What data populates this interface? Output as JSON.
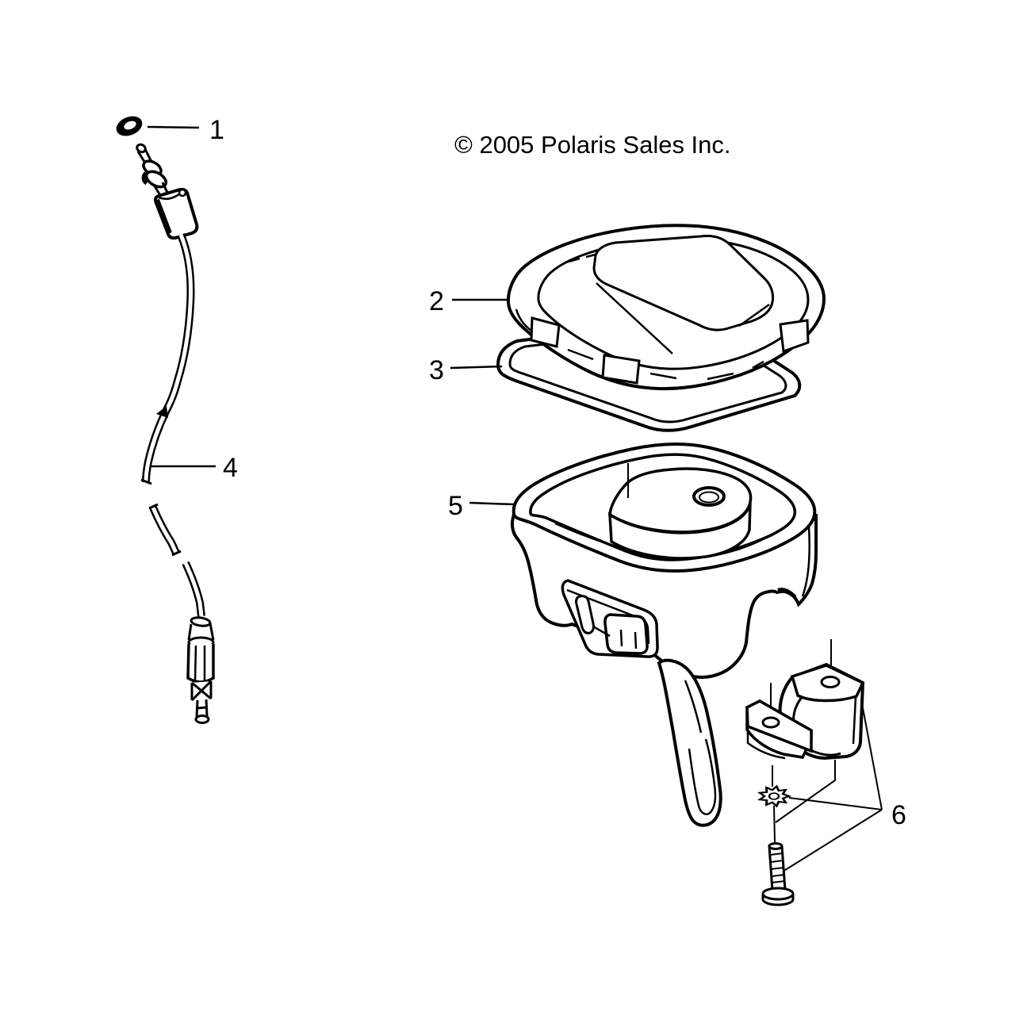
{
  "copyright": "© 2005 Polaris Sales Inc.",
  "callouts": {
    "c1": "1",
    "c2": "2",
    "c3": "3",
    "c4": "4",
    "c5": "5",
    "c6": "6"
  },
  "colors": {
    "line": "#000000",
    "background": "#ffffff"
  }
}
